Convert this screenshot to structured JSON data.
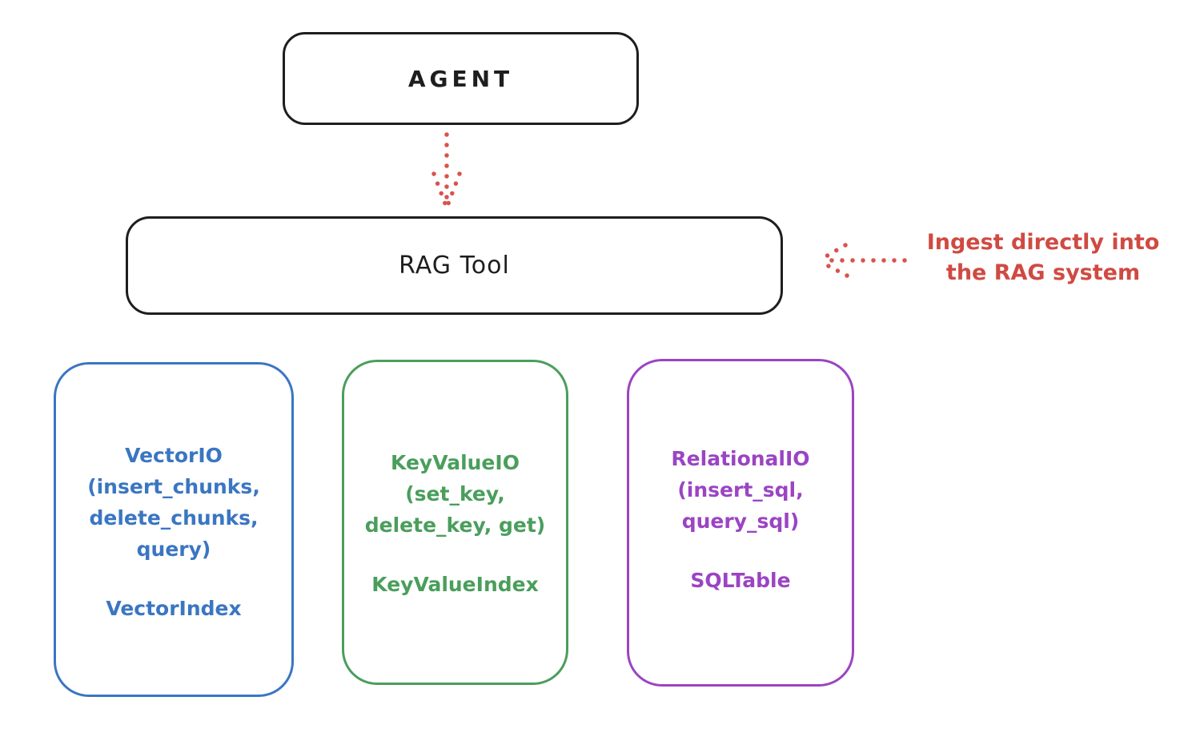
{
  "agent": {
    "label": "AGENT"
  },
  "rag_tool": {
    "label": "RAG Tool"
  },
  "annotation": {
    "line1": "Ingest directly into",
    "line2": "the RAG system",
    "color": "#d04a42"
  },
  "boxes": {
    "vector": {
      "color": "#3a76c2",
      "lines": [
        "VectorIO",
        "(insert_chunks,",
        "delete_chunks,",
        "query)"
      ],
      "index": "VectorIndex"
    },
    "keyvalue": {
      "color": "#4a9e5c",
      "lines": [
        "KeyValueIO",
        "(set_key,",
        "delete_key, get)"
      ],
      "index": "KeyValueIndex"
    },
    "relational": {
      "color": "#9b44c3",
      "lines": [
        "RelationalIO",
        "(insert_sql,",
        "query_sql)"
      ],
      "index": "SQLTable"
    }
  },
  "arrows": {
    "agent_to_rag": "dotted-down-arrow",
    "ingest_pointer": "dotted-left-arrow"
  },
  "colors": {
    "ink": "#1e1e1e",
    "red": "#d04a42",
    "blue": "#3a76c2",
    "green": "#4a9e5c",
    "purple": "#9b44c3",
    "background": "#ffffff"
  }
}
